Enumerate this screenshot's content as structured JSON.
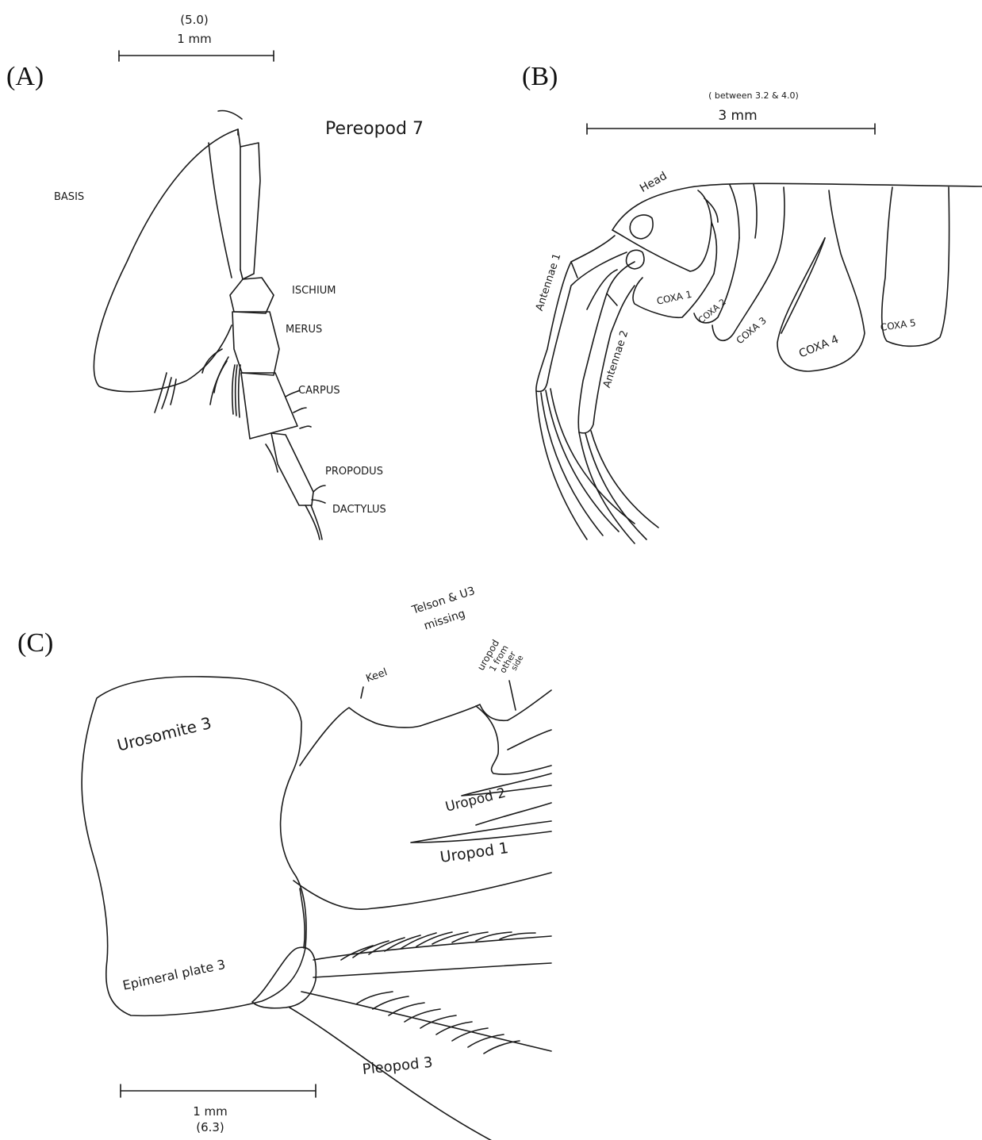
{
  "panels": {
    "a": {
      "letter": "(A)",
      "scale": {
        "value": "(5.0)",
        "length": "1 mm"
      },
      "title": "Pereopod 7",
      "labels": {
        "basis": "BASIS",
        "ischium": "ISCHIUM",
        "merus": "MERUS",
        "carpus": "CARPUS",
        "propodus": "PROPODUS",
        "dactylus": "DACTYLUS"
      }
    },
    "b": {
      "letter": "(B)",
      "scale": {
        "value": "( between 3.2 & 4.0)",
        "length": "3 mm"
      },
      "labels": {
        "head": "Head",
        "antennae1": "Antennae 1",
        "antennae2": "Antennae 2",
        "coxa1": "COXA 1",
        "coxa2": "COXA 2",
        "coxa3": "COXA 3",
        "coxa4": "COXA 4",
        "coxa5": "COXA 5"
      }
    },
    "c": {
      "letter": "(C)",
      "scale": {
        "length": "1 mm",
        "value": "(6.3)"
      },
      "notes": {
        "missing_line1": "Telson & U3",
        "missing_line2": "missing"
      },
      "labels": {
        "keel": "Keel",
        "uropod1_other_line1": "uropod",
        "uropod1_other_line2": "1 from",
        "uropod1_other_line3": "other",
        "uropod1_other_line4": "side",
        "urosomite3": "Urosomite 3",
        "uropod2": "Uropod 2",
        "uropod1": "Uropod 1",
        "epimeral": "Epimeral plate 3",
        "pleopod3": "Pleopod 3"
      }
    }
  }
}
